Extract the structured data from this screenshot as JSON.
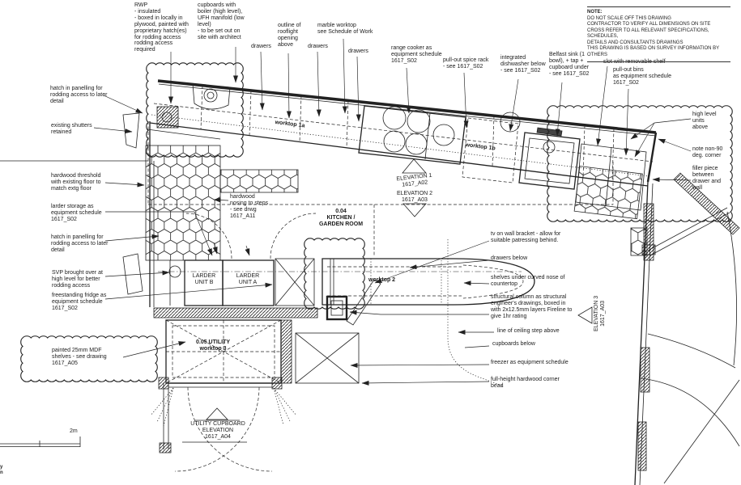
{
  "colors": {
    "cloud": "#d9403a",
    "line": "#222222"
  },
  "note": {
    "title": "NOTE:",
    "body": "DO NOT SCALE OFF THIS DRAWING\nCONTRACTOR TO VERIFY ALL DIMENSIONS ON SITE\nCROSS REFER TO ALL RELEVANT SPECIFICATIONS, SCHEDULES,\nDETAILS AND CONSULTANTS DRAWINGS\nTHIS DRAWING IS BASED ON SURVEY INFORMATION BY OTHERS"
  },
  "scale_bar_label": "2m",
  "rooms": {
    "kitchen": "0.04\nKITCHEN /\nGARDEN ROOM",
    "utility": "0.05 UTILITY\nworktop 3"
  },
  "worktops": {
    "w1a": "worktop 1a",
    "w1b": "worktop 1b",
    "w2": "worktop 2"
  },
  "cabinets": {
    "larder_b": "LARDER\nUNIT B",
    "larder_a": "LARDER\nUNIT A"
  },
  "elevation_markers": {
    "e1": "ELEVATION 1\n1617_A02",
    "e2": "ELEVATION 2\n1617_A03",
    "e3": "ELEVATION 3\n1617_A03",
    "utility": "UTILITY CUPBOARD\nELEVATION\n1617_A04"
  },
  "annotations": {
    "rwp": "RWP\n- insulated\n- boxed in locally in\nplywood, painted with\nproprietary hatch(es)\nfor rodding access\nrodding access\nrequired",
    "boiler": "cupboards with\nboiler (high level),\nUFH manifold (low\nlevel)\n- to be set out on\nsite with architect",
    "drawers1": "drawers",
    "drawers2": "drawers",
    "drawers3": "drawers",
    "rooflight": "outline of\nrooflight\nopening\nabove",
    "marble": "marble worktop\nsee Schedule of Work",
    "cooker": "range cooker as\nequipment schedule\n1617_S02",
    "spice": "pull-out spice rack\n- see 1617_S02",
    "dishwasher": "integrated\ndishwasher below\n- see 1617_S02",
    "sink": "Belfast sink (1\nbowl), + tap +\ncupboard under\n- see 1617_S02",
    "slot": "slot with removable shelf",
    "bins": "pull-out bins\nas equipment schedule\n1617_S02",
    "high_level": "high level\nunits\nabove",
    "non90": "note non-90\ndeg. corner",
    "filler": "filler piece\nbetween\ndrawer and\nwall",
    "hatch1": "hatch in panelling for\nrodding access to later\ndetail",
    "shutters": "existing shutters\nretained",
    "threshold": "hardwood threshold\nwith existing floor to\nmatch extg floor",
    "larder_storage": "larder storage as\nequipment schedule\n1617_S02",
    "hatch2": "hatch in panelling for\nrodding access to later\ndetail",
    "svp": "SVP brought over at\nhigh level for better\nrodding access",
    "fridge": "freestanding fridge as\nequipment schedule\n1617_S02",
    "mdf": "painted 25mm MDF\nshelves - see drawing\n1617_A05",
    "nosing": "hardwood\nnosing to steps\n- see drwg\n1617_A11",
    "tv": "tv on wall bracket - allow for\nsuitable patressing behind.",
    "drawers_below": "drawers below",
    "shelves_nose": "shelves under curved nose of\ncountertop",
    "column": "structural column as structural\nengineer's drawings, boxed in\nwith 2x12.5mm layers Fireline to\ngive 1hr rating",
    "ceiling": "line of ceiling step above",
    "cupboards_below": "cupboards below",
    "freezer": "freezer as equipment schedule",
    "bead": "full-height hardwood corner\nbead"
  },
  "edge_fragments": {
    "a": "y",
    "b": "n"
  }
}
